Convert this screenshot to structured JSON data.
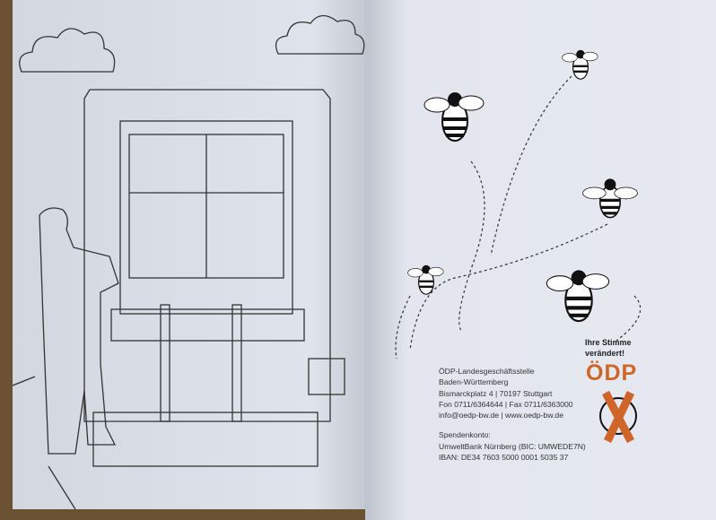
{
  "right_page": {
    "slogan": [
      "Ihre Stimme",
      "verändert!"
    ],
    "logo_text": "ÖDP",
    "address_lines": [
      "ÖDP-Landesgeschäftsstelle",
      "Baden-Württemberg",
      "Bismarckplatz 4 | 70197 Stuttgart",
      "Fon 0711/6364644 | Fax 0711/6363000",
      "info@oedp-bw.de | www.oedp-bw.de"
    ],
    "donation_lines": [
      "Spendenkonto:",
      "UmweltBank Nürnberg (BIC: UMWEDE7N)",
      "IBAN: DE34 7603 5000 0001 5035 37"
    ]
  },
  "colors": {
    "accent": "#d0652a",
    "paper": "#e3e6ee",
    "table": "#6b5232"
  }
}
